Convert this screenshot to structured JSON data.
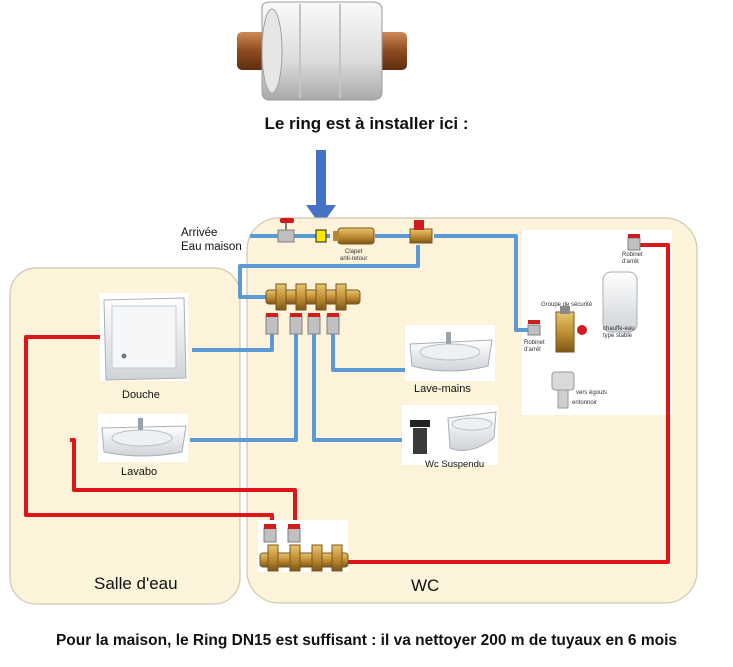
{
  "title": "Le ring est à installer ici :",
  "footer": "Pour la maison,  le Ring DN15 est suffisant  : il va nettoyer 200 m de tuyaux en 6 mois",
  "labels": {
    "arrivee": [
      "Arrivée",
      "Eau maison"
    ],
    "clapet": [
      "Clapet",
      "anti-retour"
    ],
    "douche": "Douche",
    "lavabo": "Lavabo",
    "lave_mains": "Lave-mains",
    "wc_suspendu": "Wc Suspendu",
    "robinet_arret_left": [
      "Robinet",
      "d'arrêt"
    ],
    "robinet_arret_right": [
      "Robinet",
      "d'arrêt"
    ],
    "groupe_securite": "Groupe de sécurité",
    "chauffe_eau": [
      "chauffe-eau",
      "type stable"
    ],
    "vers_egouts": "vers égouts",
    "entonnoir": "entonnoir"
  },
  "rooms": {
    "salle_deau": "Salle d'eau",
    "wc": "WC"
  },
  "colors": {
    "cold_pipe": "#5b9bd5",
    "hot_pipe": "#e0151b",
    "arrow": "#4472c4",
    "room_fill": "#fcf3da",
    "room_border": "#cfc6ad",
    "brass": "#c9a24a",
    "valve_red": "#d01c1c"
  }
}
